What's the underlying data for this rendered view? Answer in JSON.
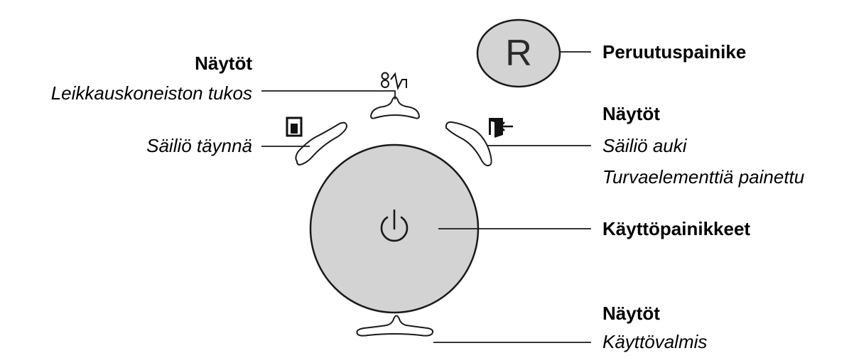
{
  "reset_button": {
    "letter": "R",
    "label": "Peruutuspainike"
  },
  "group_left": {
    "heading": "Näytöt",
    "items": [
      "Leikkauskoneiston tukos",
      "Säiliö täynnä"
    ]
  },
  "group_right": {
    "heading": "Näytöt",
    "items": [
      "Säiliö auki",
      "Turvaelementtiä painettu"
    ]
  },
  "power_button": {
    "label": "Käyttöpainikkeet"
  },
  "group_bottom": {
    "heading": "Näytöt",
    "items": [
      "Käyttövalmis"
    ]
  },
  "icons": {
    "jam": "cutter-jam-icon",
    "bin_full": "bin-full-icon",
    "bin_open": "bin-open-icon",
    "power": "power-icon"
  },
  "colors": {
    "button_fill": "#d3d3d3",
    "outline": "#1a1a1a",
    "text": "#000000"
  }
}
